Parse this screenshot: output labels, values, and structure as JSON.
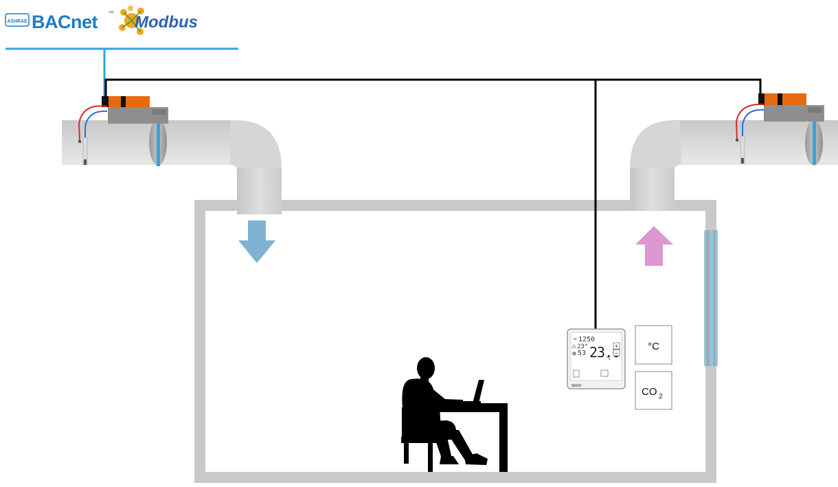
{
  "logos": {
    "ashrae_text": "ASHRAE",
    "bacnet_text": "BACnet",
    "bacnet_tm": "™",
    "modbus_text": "Modbus"
  },
  "thermostat": {
    "co2_value": "1250",
    "outdoor_temp": "23°",
    "humidity_value": "53",
    "setpoint": "23.0",
    "unit": "°C",
    "plus_label": "+",
    "minus_label": "−",
    "brand": "SEGO"
  },
  "sensors": {
    "temperature_label": "°C",
    "co2_label": "CO",
    "co2_subscript": "2"
  },
  "colors": {
    "bus_line": "#2aa7df",
    "control_wire": "#000000",
    "duct": "#d2d2d2",
    "room_wall": "#c9c9c9",
    "actuator": "#e86a10",
    "supply_arrow": "#7fb2d1",
    "exhaust_arrow": "#dc97cf",
    "window": "#8fc6e6",
    "bacnet_blue": "#1f7cc4",
    "modbus_blue": "#2c62b0",
    "modbus_star": "#f2a81d"
  }
}
